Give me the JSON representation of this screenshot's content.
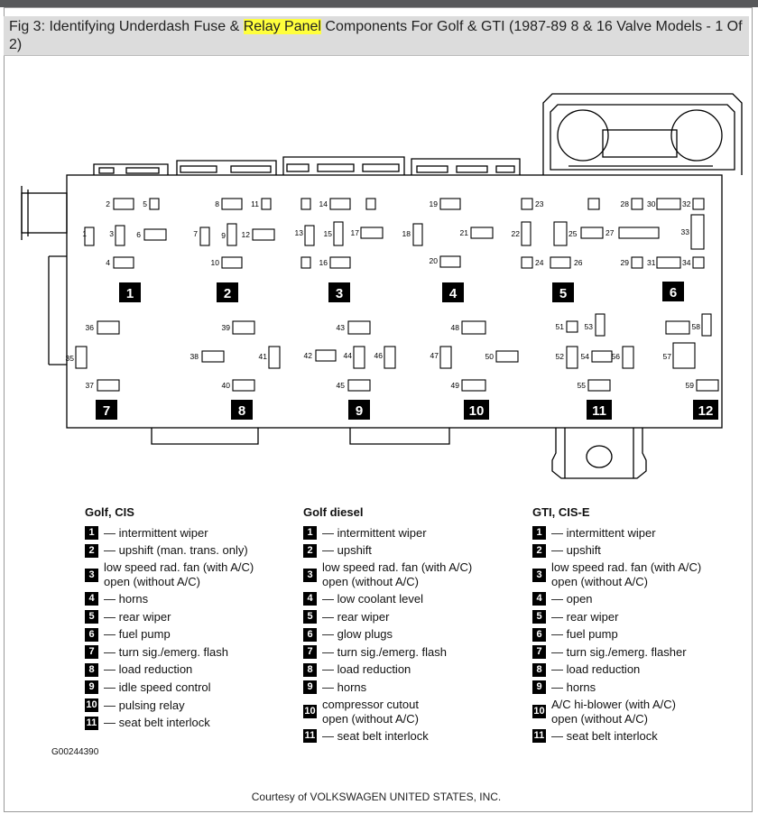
{
  "caption": {
    "before": "Fig 3: Identifying Underdash Fuse & ",
    "highlight": "Relay Panel",
    "after": " Components For Golf & GTI (1987-89 8 & 16 Valve Models - 1 Of 2)"
  },
  "colors": {
    "highlight": "#ffff3c",
    "caption_bg": "#dcdcdc",
    "topbar": "#58595b"
  },
  "fuse_labels": [
    "1",
    "2",
    "3",
    "4",
    "5",
    "6",
    "7",
    "8",
    "9",
    "10",
    "11",
    "12",
    "13",
    "14",
    "15",
    "16",
    "17",
    "18",
    "19",
    "20",
    "21",
    "22",
    "23",
    "24",
    "25",
    "26",
    "27",
    "28",
    "29",
    "30",
    "31",
    "32",
    "33",
    "34",
    "35",
    "36",
    "37",
    "38",
    "39",
    "40",
    "41",
    "42",
    "43",
    "44",
    "45",
    "46",
    "47",
    "48",
    "49",
    "50",
    "51",
    "52",
    "53",
    "54",
    "55",
    "56",
    "57",
    "58",
    "59"
  ],
  "relay_numbers": [
    "1",
    "2",
    "3",
    "4",
    "5",
    "6",
    "7",
    "8",
    "9",
    "10",
    "11",
    "12"
  ],
  "legends": [
    {
      "title": "Golf, CIS",
      "items": [
        {
          "n": "1",
          "text": "— intermittent wiper"
        },
        {
          "n": "2",
          "text": "— upshift (man. trans. only)"
        },
        {
          "n": "3",
          "text": "low speed rad. fan (with A/C)\nopen (without A/C)"
        },
        {
          "n": "4",
          "text": "— horns"
        },
        {
          "n": "5",
          "text": "— rear wiper"
        },
        {
          "n": "6",
          "text": "— fuel pump"
        },
        {
          "n": "7",
          "text": "— turn sig./emerg. flash"
        },
        {
          "n": "8",
          "text": "— load reduction"
        },
        {
          "n": "9",
          "text": "— idle speed control"
        },
        {
          "n": "10",
          "text": "— pulsing relay"
        },
        {
          "n": "11",
          "text": "— seat belt interlock"
        }
      ]
    },
    {
      "title": "Golf diesel",
      "items": [
        {
          "n": "1",
          "text": "— intermittent wiper"
        },
        {
          "n": "2",
          "text": "— upshift"
        },
        {
          "n": "3",
          "text": "low speed rad. fan (with A/C)\nopen (without A/C)"
        },
        {
          "n": "4",
          "text": "— low coolant level"
        },
        {
          "n": "5",
          "text": "— rear wiper"
        },
        {
          "n": "6",
          "text": "— glow plugs"
        },
        {
          "n": "7",
          "text": "— turn sig./emerg. flash"
        },
        {
          "n": "8",
          "text": "— load reduction"
        },
        {
          "n": "9",
          "text": "— horns"
        },
        {
          "n": "10",
          "text": "compressor cutout\nopen (without A/C)"
        },
        {
          "n": "11",
          "text": "— seat belt interlock"
        }
      ]
    },
    {
      "title": "GTI, CIS-E",
      "items": [
        {
          "n": "1",
          "text": "— intermittent wiper"
        },
        {
          "n": "2",
          "text": "— upshift"
        },
        {
          "n": "3",
          "text": "low speed rad. fan (with A/C)\nopen (without A/C)"
        },
        {
          "n": "4",
          "text": "— open"
        },
        {
          "n": "5",
          "text": "— rear wiper"
        },
        {
          "n": "6",
          "text": "— fuel pump"
        },
        {
          "n": "7",
          "text": "— turn sig./emerg. flasher"
        },
        {
          "n": "8",
          "text": "— load reduction"
        },
        {
          "n": "9",
          "text": "— horns"
        },
        {
          "n": "10",
          "text": "A/C hi-blower (with A/C)\nopen (without A/C)"
        },
        {
          "n": "11",
          "text": "— seat belt interlock"
        }
      ]
    }
  ],
  "figure_id": "G00244390",
  "courtesy": "Courtesy of VOLKSWAGEN UNITED STATES, INC."
}
